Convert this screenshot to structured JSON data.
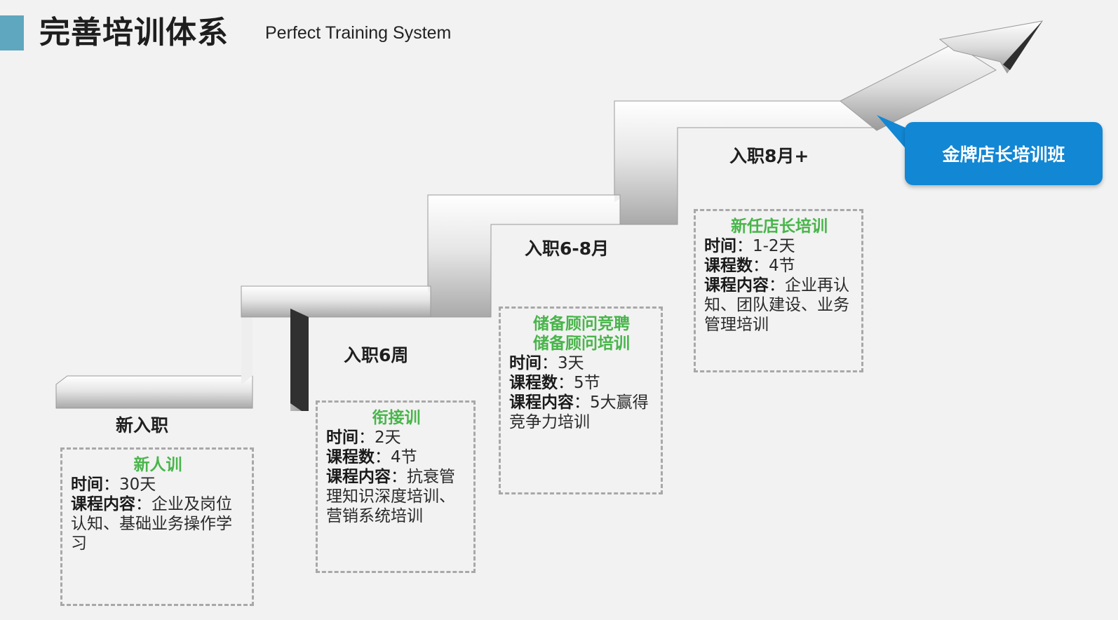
{
  "header": {
    "title_cn": "完善培训体系",
    "title_en": "Perfect Training System"
  },
  "stages": [
    {
      "label": "新入职",
      "card": {
        "titles": [
          "新人训"
        ],
        "rows": [
          {
            "key": "时间",
            "sep": "：",
            "value": "30天"
          },
          {
            "key": "课程内容",
            "sep": "：",
            "value": "企业及岗位认知、基础业务操作学习"
          }
        ]
      }
    },
    {
      "label": "入职6周",
      "card": {
        "titles": [
          "衔接训"
        ],
        "rows": [
          {
            "key": "时间",
            "sep": "：",
            "value": "2天"
          },
          {
            "key": "课程数",
            "sep": "：",
            "value": "4节"
          },
          {
            "key": "课程内容",
            "sep": "：",
            "value": "抗衰管理知识深度培训、营销系统培训"
          }
        ]
      }
    },
    {
      "label": "入职6-8月",
      "card": {
        "titles": [
          "储备顾问竞聘",
          "储备顾问培训"
        ],
        "rows": [
          {
            "key": "时间",
            "sep": "：",
            "value": "3天"
          },
          {
            "key": "课程数",
            "sep": "：",
            "value": "5节"
          },
          {
            "key": "课程内容",
            "sep": "：",
            "value": "5大赢得竞争力培训"
          }
        ]
      }
    },
    {
      "label": "入职8月+",
      "card": {
        "titles": [
          "新任店长培训"
        ],
        "rows": [
          {
            "key": "时间",
            "sep": "：",
            "value": "1-2天"
          },
          {
            "key": "课程数",
            "sep": "：",
            "value": "4节"
          },
          {
            "key": "课程内容",
            "sep": "：",
            "value": "企业再认知、团队建设、业务管理培训"
          }
        ]
      }
    }
  ],
  "callout": {
    "label": "金牌店长培训班",
    "color": "#1287d4"
  },
  "colors": {
    "accent_bar": "#5fa7bf",
    "card_title": "#48b54a",
    "card_border": "#a8a8a8"
  }
}
